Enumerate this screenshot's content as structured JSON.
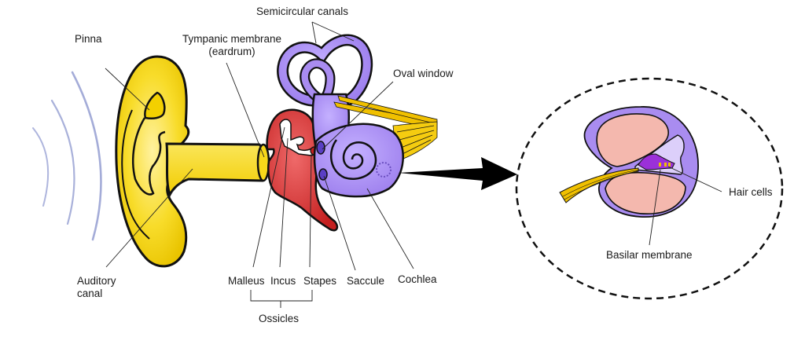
{
  "diagram": {
    "title": "Anatomy of the human ear",
    "colors": {
      "outer_ear": "#f5d200",
      "middle_ear": "#d92b2b",
      "inner_ear": "#a98cf0",
      "nerve": "#f0c000",
      "perilymph": "#f4b8ae",
      "organ_of_corti": "#9b30d9",
      "sound_waves": "#9aa3d4",
      "outline": "#111111"
    },
    "labels": {
      "pinna": "Pinna",
      "tympanic_line1": "Tympanic membrane",
      "tympanic_line2": "(eardrum)",
      "semicircular": "Semicircular canals",
      "oval_window": "Oval window",
      "auditory_line1": "Auditory",
      "auditory_line2": "canal",
      "malleus": "Malleus",
      "incus": "Incus",
      "stapes": "Stapes",
      "ossicles": "Ossicles",
      "saccule": "Saccule",
      "cochlea": "Cochlea",
      "hair_cells": "Hair cells",
      "basilar": "Basilar membrane"
    }
  }
}
